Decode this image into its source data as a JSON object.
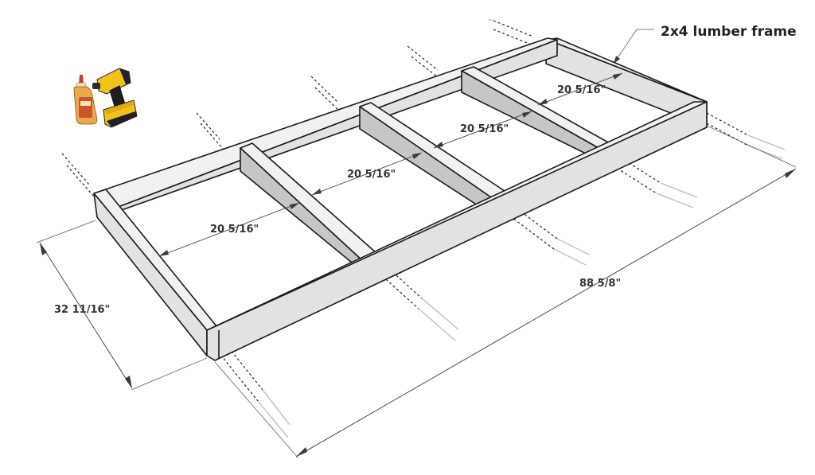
{
  "callout": {
    "label": "2x4 lumber frame"
  },
  "dimensions": {
    "overall_length": "88 5/8\"",
    "overall_width": "32 11/16\"",
    "spacing_1": "20 5/16\"",
    "spacing_2": "20 5/16\"",
    "spacing_3": "20 5/16\"",
    "spacing_4": "20 5/16\""
  },
  "colors": {
    "board_top": "#f1f1f1",
    "board_side": "#e2e2e2",
    "board_shadow": "#c6c6c6",
    "edge": "#1a1a1a"
  },
  "icons": [
    "wood-glue-bottle-icon",
    "cordless-drill-icon"
  ]
}
